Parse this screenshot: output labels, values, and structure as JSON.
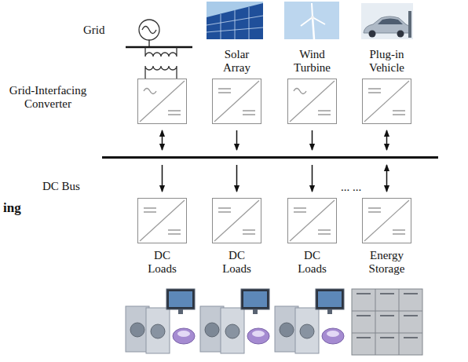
{
  "diagram": {
    "nodes": [
      {
        "text": [
          "Grid-Interfacing Converter"
        ]
      },
      {
        "text": [
          "Solar Array"
        ]
      },
      {
        "text": [
          "Wind Turbine"
        ]
      },
      {
        "text": [
          "Plug-in Vehicle"
        ]
      },
      {
        "text": [
          "DC Bus"
        ]
      },
      {
        "text": [
          "DC Loads"
        ]
      },
      {
        "text": [
          "DC Loads"
        ]
      },
      {
        "text": [
          "DC Loads"
        ]
      },
      {
        "text": [
          "Energy Storage"
        ]
      }
    ],
    "edges": [
      {
        "from": 0,
        "to": 4,
        "arrow": "both"
      },
      {
        "from": 1,
        "to": 4,
        "arrow": "to"
      },
      {
        "from": 2,
        "to": 4,
        "arrow": "to"
      },
      {
        "from": 3,
        "to": 4,
        "arrow": "both"
      },
      {
        "from": 4,
        "to": 5,
        "arrow": "to"
      },
      {
        "from": 4,
        "to": 6,
        "arrow": "to"
      },
      {
        "from": 4,
        "to": 7,
        "arrow": "to"
      },
      {
        "from": 4,
        "to": 8,
        "arrow": "both"
      }
    ],
    "labels": [
      "Grid",
      "... ...",
      "ing"
    ]
  }
}
